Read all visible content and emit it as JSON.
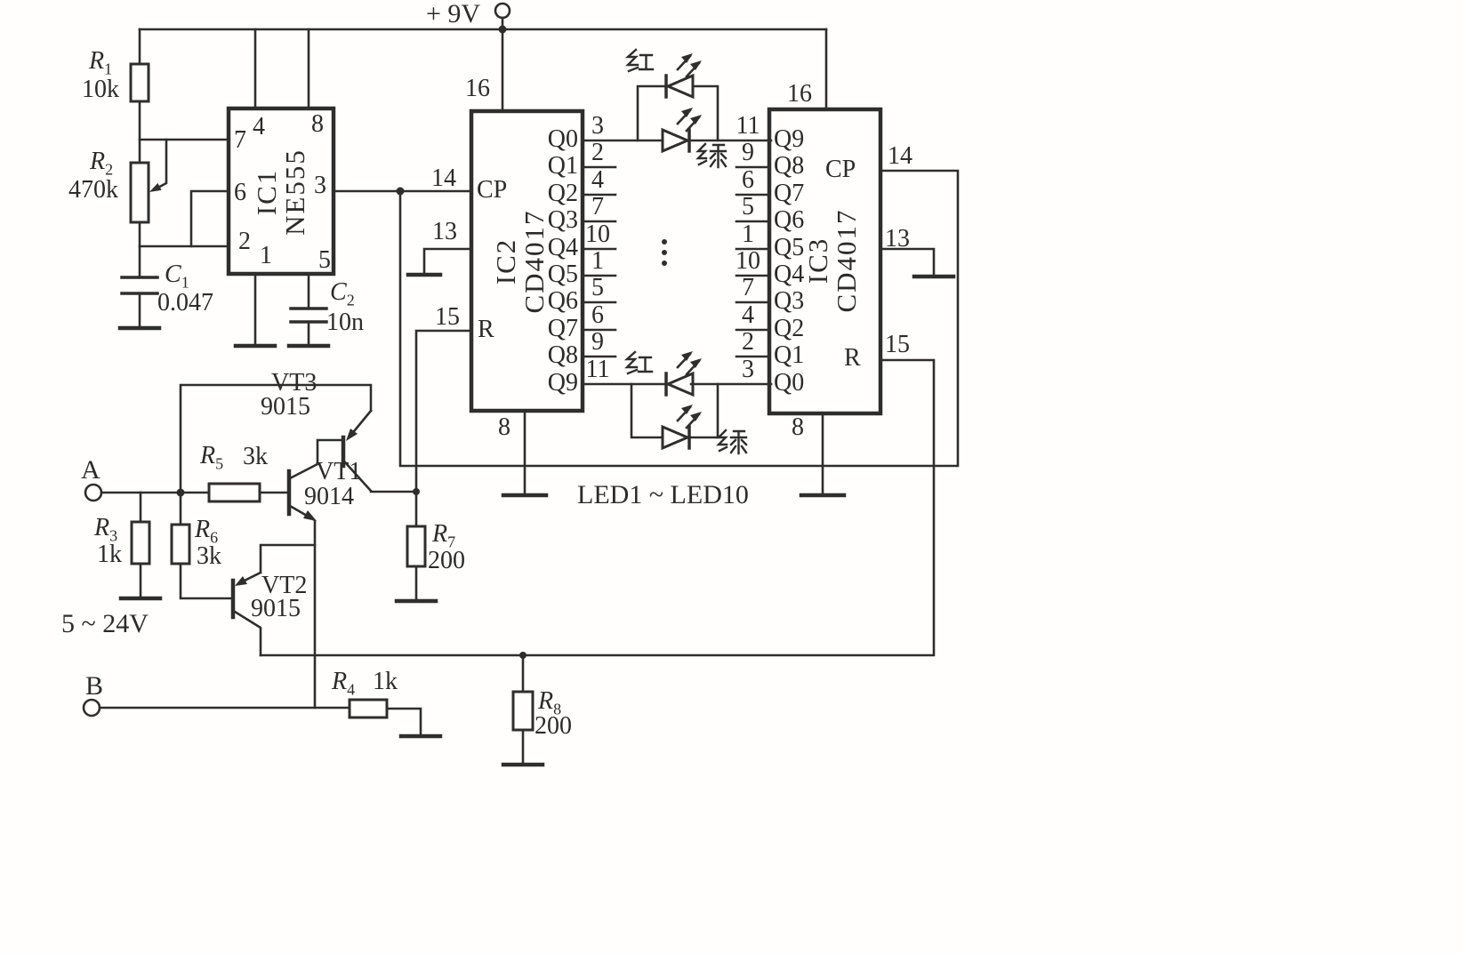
{
  "power_rail": {
    "label": "+ 9V"
  },
  "inputs": {
    "a_label": "A",
    "b_label": "B",
    "voltage_note": "5 ~ 24V"
  },
  "led_display": {
    "top_red_label": "红",
    "top_green_label": "绿",
    "bottom_red_label": "红",
    "bottom_green_label": "绿",
    "ellipsis": "⋮",
    "range_label": "LED1 ~ LED10"
  },
  "components": {
    "r1": {
      "ref": "R",
      "sub": "1",
      "value": "10k"
    },
    "r2": {
      "ref": "R",
      "sub": "2",
      "value": "470k"
    },
    "r3": {
      "ref": "R",
      "sub": "3",
      "value": "1k"
    },
    "r4": {
      "ref": "R",
      "sub": "4",
      "value": "1k"
    },
    "r5": {
      "ref": "R",
      "sub": "5",
      "value": "3k"
    },
    "r6": {
      "ref": "R",
      "sub": "6",
      "value": "3k"
    },
    "r7": {
      "ref": "R",
      "sub": "7",
      "value": "200"
    },
    "r8": {
      "ref": "R",
      "sub": "8",
      "value": "200"
    },
    "c1": {
      "ref": "C",
      "sub": "1",
      "value": "0.047"
    },
    "c2": {
      "ref": "C",
      "sub": "2",
      "value": "10n"
    },
    "vt1": {
      "ref": "VT1",
      "type": "9014"
    },
    "vt2": {
      "ref": "VT2",
      "type": "9015"
    },
    "vt3": {
      "ref": "VT3",
      "type": "9015"
    }
  },
  "ic1": {
    "ref": "IC1",
    "part": "NE555",
    "pin4": "4",
    "pin8": "8",
    "pin7": "7",
    "pin6": "6",
    "pin2": "2",
    "pin1": "1",
    "pin3": "3",
    "pin5": "5"
  },
  "ic2": {
    "ref": "IC2",
    "part": "CD4017",
    "pin16": "16",
    "pin8": "8",
    "cp": {
      "label": "CP",
      "pin": "14"
    },
    "en": {
      "pin": "13"
    },
    "reset": {
      "label": "R",
      "pin": "15"
    },
    "outputs": [
      {
        "q": "Q0",
        "pin": "3"
      },
      {
        "q": "Q1",
        "pin": "2"
      },
      {
        "q": "Q2",
        "pin": "4"
      },
      {
        "q": "Q3",
        "pin": "7"
      },
      {
        "q": "Q4",
        "pin": "10"
      },
      {
        "q": "Q5",
        "pin": "1"
      },
      {
        "q": "Q6",
        "pin": "5"
      },
      {
        "q": "Q7",
        "pin": "6"
      },
      {
        "q": "Q8",
        "pin": "9"
      },
      {
        "q": "Q9",
        "pin": "11"
      }
    ]
  },
  "ic3": {
    "ref": "IC3",
    "part": "CD4017",
    "pin16": "16",
    "pin8": "8",
    "cp": {
      "label": "CP",
      "pin": "14"
    },
    "en": {
      "pin": "13"
    },
    "reset": {
      "label": "R",
      "pin": "15"
    },
    "outputs": [
      {
        "q": "Q9",
        "pin": "11"
      },
      {
        "q": "Q8",
        "pin": "9"
      },
      {
        "q": "Q7",
        "pin": "6"
      },
      {
        "q": "Q6",
        "pin": "5"
      },
      {
        "q": "Q5",
        "pin": "1"
      },
      {
        "q": "Q4",
        "pin": "10"
      },
      {
        "q": "Q3",
        "pin": "7"
      },
      {
        "q": "Q2",
        "pin": "4"
      },
      {
        "q": "Q1",
        "pin": "2"
      },
      {
        "q": "Q0",
        "pin": "3"
      }
    ]
  }
}
